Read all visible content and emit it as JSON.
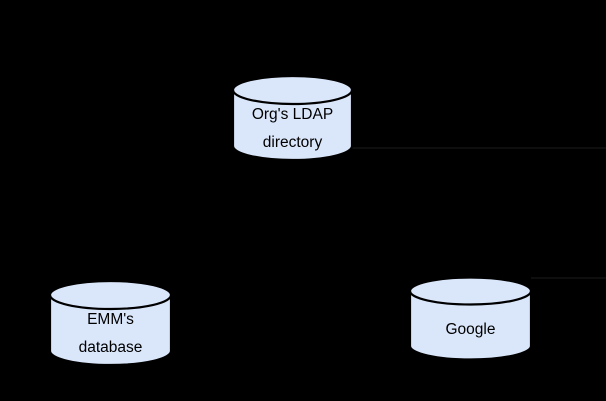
{
  "diagram": {
    "background_color": "#000000",
    "node_fill": "#dae6fa",
    "node_stroke": "#000000",
    "label_color": "#000000",
    "faint_connector_color": "#131313",
    "nodes": {
      "ldap": {
        "shape": "database-cylinder",
        "line1": "Org's LDAP",
        "line2": "directory"
      },
      "emm": {
        "shape": "database-cylinder",
        "line1": "EMM's",
        "line2": "database"
      },
      "google": {
        "shape": "database-cylinder",
        "line1": "Google"
      }
    }
  }
}
